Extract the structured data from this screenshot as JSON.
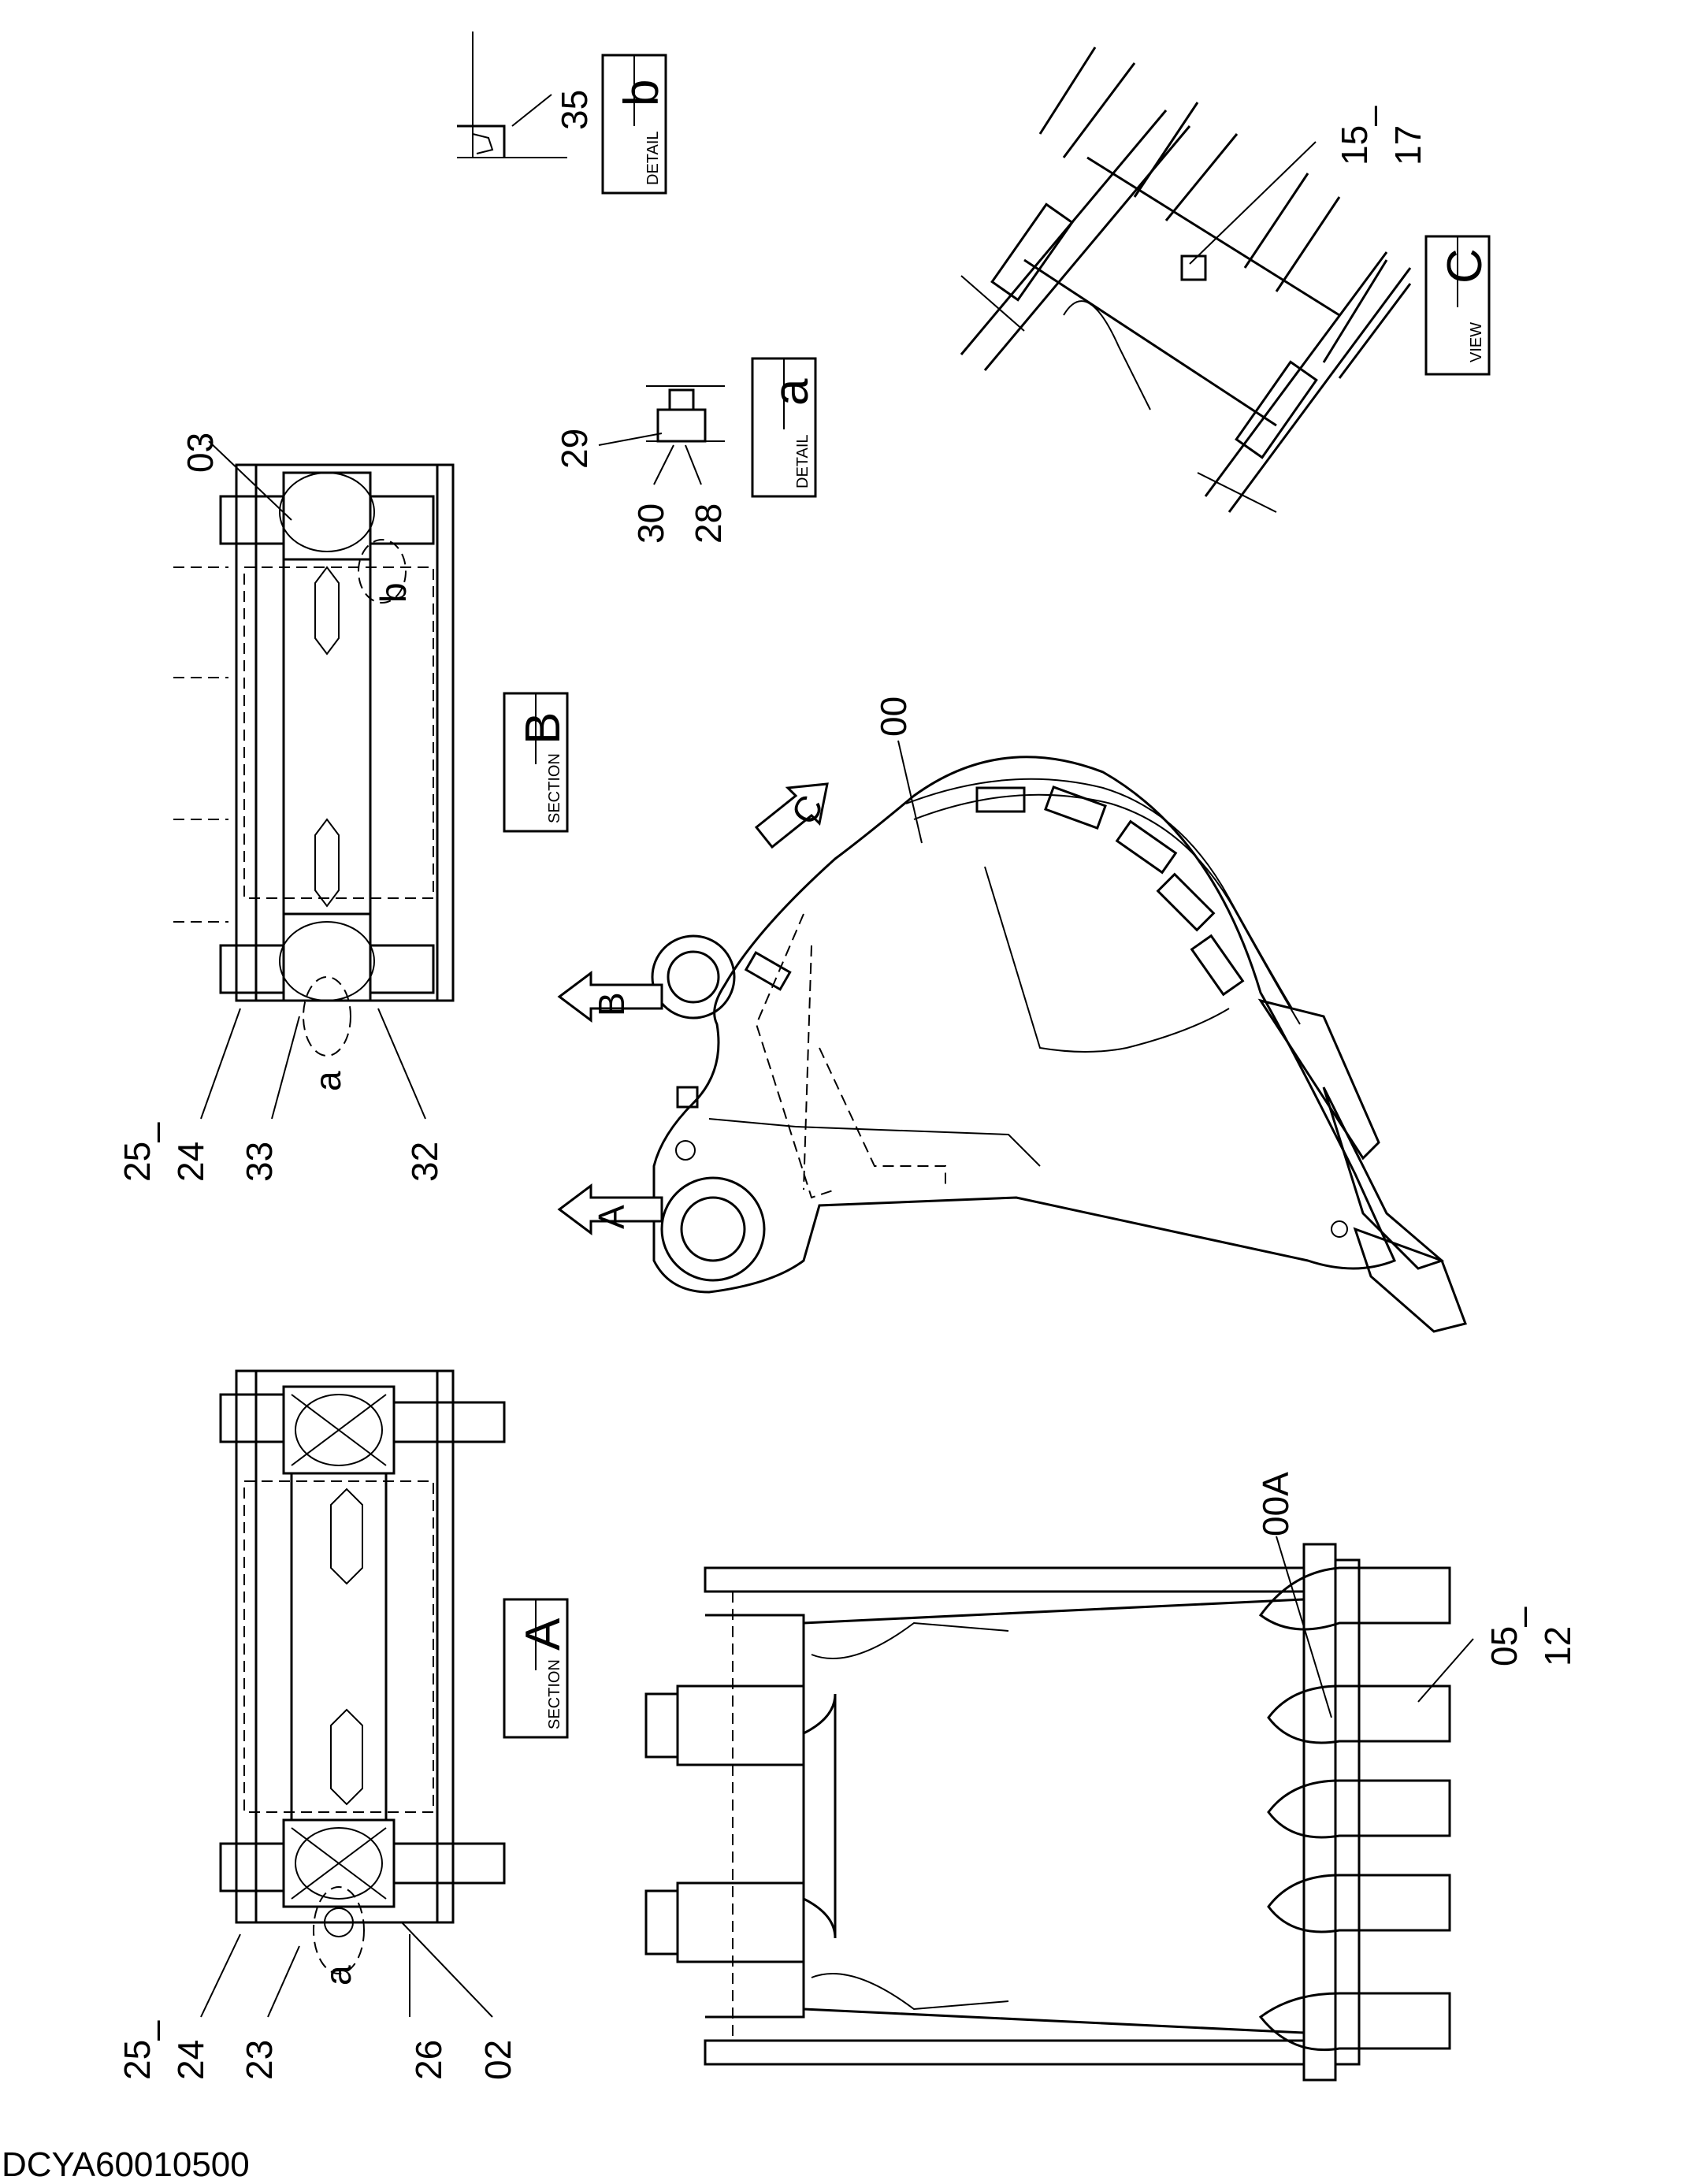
{
  "drawing": {
    "code": "DCYA60010500",
    "part_labels": {
      "p00": "00",
      "p00A": "00A",
      "p02": "02",
      "p03": "03",
      "p05": "05",
      "p12": "12",
      "p15": "15",
      "p17": "17",
      "p23": "23",
      "p24": "24",
      "p25": "25",
      "p26": "26",
      "p28": "28",
      "p29": "29",
      "p30": "30",
      "p32": "32",
      "p33": "33",
      "p35": "35"
    },
    "range_dash": "–",
    "views": {
      "section_a": {
        "caption": "SECTION",
        "letter": "A"
      },
      "section_b": {
        "caption": "SECTION",
        "letter": "B"
      },
      "detail_a": {
        "caption": "DETAIL",
        "letter": "a"
      },
      "detail_b": {
        "caption": "DETAIL",
        "letter": "b"
      },
      "view_c": {
        "caption": "VIEW",
        "letter": "C"
      }
    },
    "markers": {
      "arrow_a": "A",
      "arrow_b": "B",
      "arrow_c": "C",
      "circle_a1": "a",
      "circle_a2": "a",
      "circle_b": "b"
    }
  }
}
